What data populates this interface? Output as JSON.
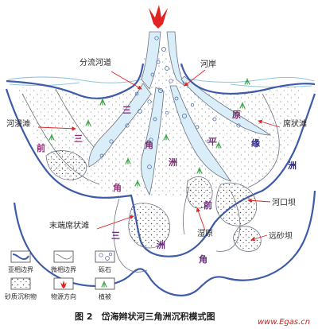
{
  "callouts": {
    "distributary_channel": "分流河道",
    "river_bank": "河岸",
    "overbank_beach": "河漫滩",
    "sheet_beach": "席状滩",
    "mouth_bar": "河口坝",
    "distal_sheet_beach": "末端席状滩",
    "wetland": "湿原",
    "distal_bar": "远砂坝"
  },
  "zones": {
    "delta_plain": [
      "三",
      "角",
      "洲",
      "平",
      "原"
    ],
    "plain_edge": [
      "前",
      "三",
      "角"
    ],
    "delta_front": [
      "缘",
      "洲"
    ],
    "prodelta": [
      "前",
      "三",
      "洲",
      "角"
    ]
  },
  "legend": {
    "items": [
      {
        "label": "亚相边界",
        "icon": "subfacies-boundary-symbol"
      },
      {
        "label": "微相边界",
        "icon": "microfacies-boundary-symbol"
      },
      {
        "label": "砾石",
        "icon": "gravel-symbol"
      },
      {
        "label": "砂质沉积物",
        "icon": "sand-deposit-symbol"
      },
      {
        "label": "物源方向",
        "icon": "source-direction-arrow"
      },
      {
        "label": "植被",
        "icon": "vegetation-symbol"
      }
    ]
  },
  "caption": "图 2　岱海辫状河三角洲沉积模式图",
  "watermark": "www.Egas.cn",
  "colors": {
    "subfacies_line": "#3d5ba8",
    "microfacies_line": "#6b7280",
    "channel_fill": "#d9eef8",
    "source_arrow": "#e02424",
    "vegetation": "#3aa64a",
    "label_text": "#2a2a2a"
  }
}
